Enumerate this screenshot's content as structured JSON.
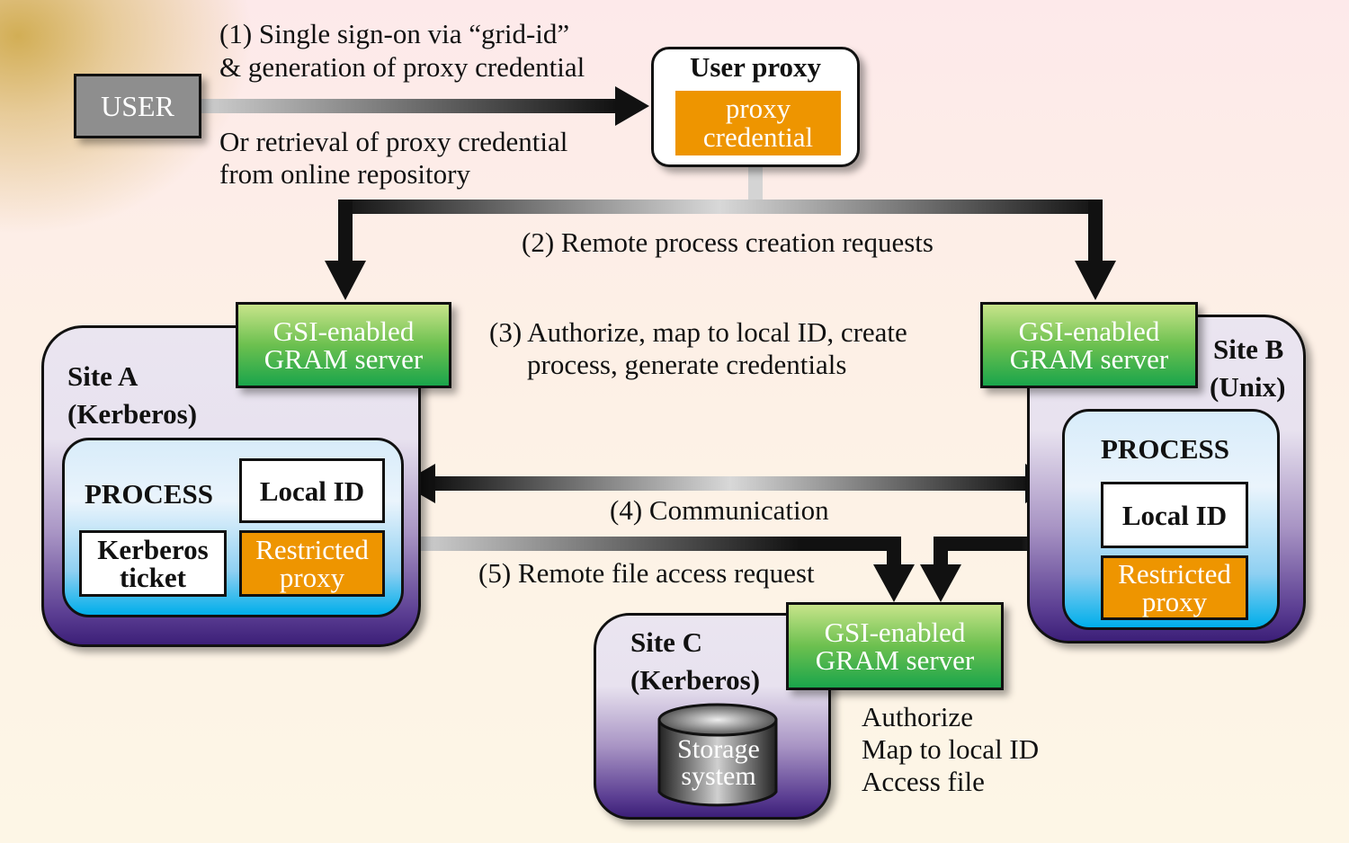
{
  "user": {
    "label": "USER"
  },
  "step1": {
    "line1": "(1) Single sign-on via “grid-id”",
    "line2": "& generation of proxy credential",
    "alt_line1": "Or retrieval of proxy credential",
    "alt_line2": "from online repository"
  },
  "user_proxy": {
    "title": "User proxy",
    "credential_line1": "proxy",
    "credential_line2": "credential"
  },
  "step2": {
    "label": "(2) Remote process creation requests"
  },
  "step3": {
    "line1": "(3) Authorize, map to local ID, create",
    "line2": "process, generate credentials"
  },
  "step4": {
    "label": "(4) Communication"
  },
  "step5": {
    "label": "(5) Remote file access request"
  },
  "gram_server": {
    "line1": "GSI-enabled",
    "line2": "GRAM server"
  },
  "site_a": {
    "name": "Site A",
    "type": "(Kerberos)",
    "process_label": "PROCESS",
    "local_id": "Local ID",
    "ticket_line1": "Kerberos",
    "ticket_line2": "ticket",
    "proxy_line1": "Restricted",
    "proxy_line2": "proxy"
  },
  "site_b": {
    "name": "Site B",
    "type": "(Unix)",
    "process_label": "PROCESS",
    "local_id": "Local ID",
    "proxy_line1": "Restricted",
    "proxy_line2": "proxy"
  },
  "site_c": {
    "name": "Site C",
    "type": "(Kerberos)",
    "storage_line1": "Storage",
    "storage_line2": "system",
    "actions": [
      "Authorize",
      "Map to local ID",
      "Access file"
    ]
  },
  "colors": {
    "orange": "#ee9500",
    "green": "#3db34f",
    "purple": "#3c1f78",
    "cyan": "#00aeea",
    "user_gray": "#8e8e8e"
  }
}
